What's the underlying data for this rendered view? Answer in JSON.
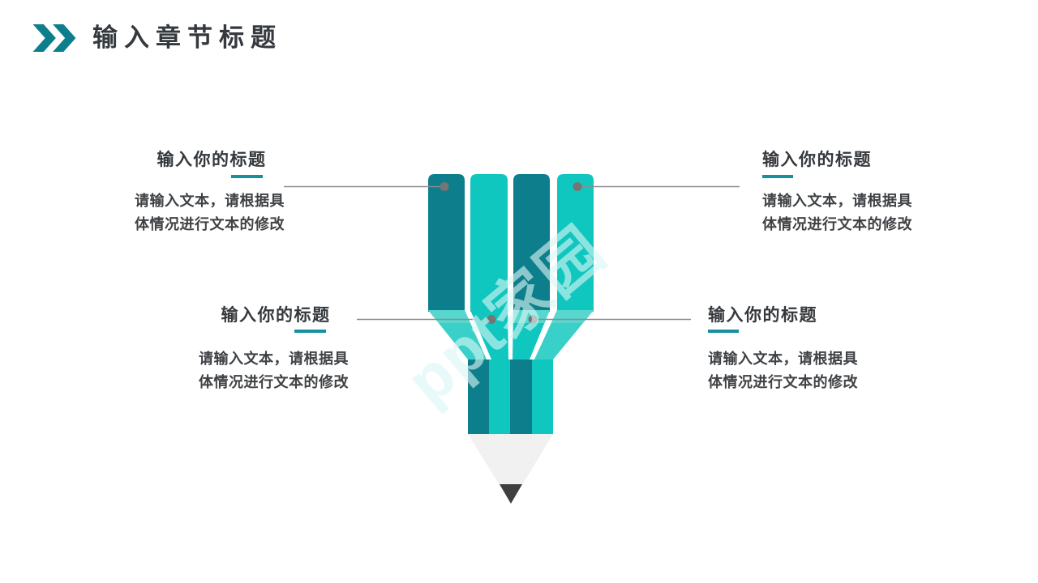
{
  "header": {
    "title": "输入章节标题",
    "icon": "double-chevron-right-icon"
  },
  "blocks": [
    {
      "position": "top-left",
      "title": "输入你的标题",
      "lines": [
        "请输入文本，请根据具",
        "体情况进行文本的修改"
      ]
    },
    {
      "position": "top-right",
      "title": "输入你的标题",
      "lines": [
        "请输入文本，请根据具",
        "体情况进行文本的修改"
      ]
    },
    {
      "position": "bottom-left",
      "title": "输入你的标题",
      "lines": [
        "请输入文本，请根据具",
        "体情况进行文本的修改"
      ]
    },
    {
      "position": "bottom-right",
      "title": "输入你的标题",
      "lines": [
        "请输入文本，请根据具",
        "体情况进行文本的修改"
      ]
    }
  ],
  "watermark": {
    "text": "ppt家园"
  },
  "colors": {
    "dark_teal": "#0D7E8B",
    "bright_teal": "#10C7BF",
    "light_teal": "#38D0C8",
    "fold_teal": "#58D7CF",
    "underline_teal": "#14909E",
    "title_text": "#35393D",
    "body_text": "#3F4245",
    "connector_gray": "#8C8C8C",
    "dot_gray": "#757575",
    "wood_gray": "#F1F1F2",
    "lead_dark": "#3F3F3F",
    "background": "#FFFFFF"
  }
}
